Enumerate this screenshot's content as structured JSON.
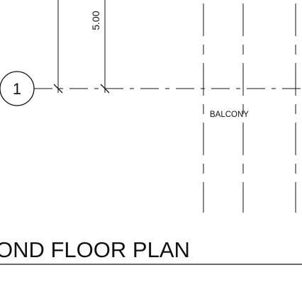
{
  "drawing": {
    "title": "OND FLOOR PLAN",
    "room_label": "BALCONY",
    "dimension_label": "5.00",
    "grid_bubble_label": "1"
  }
}
